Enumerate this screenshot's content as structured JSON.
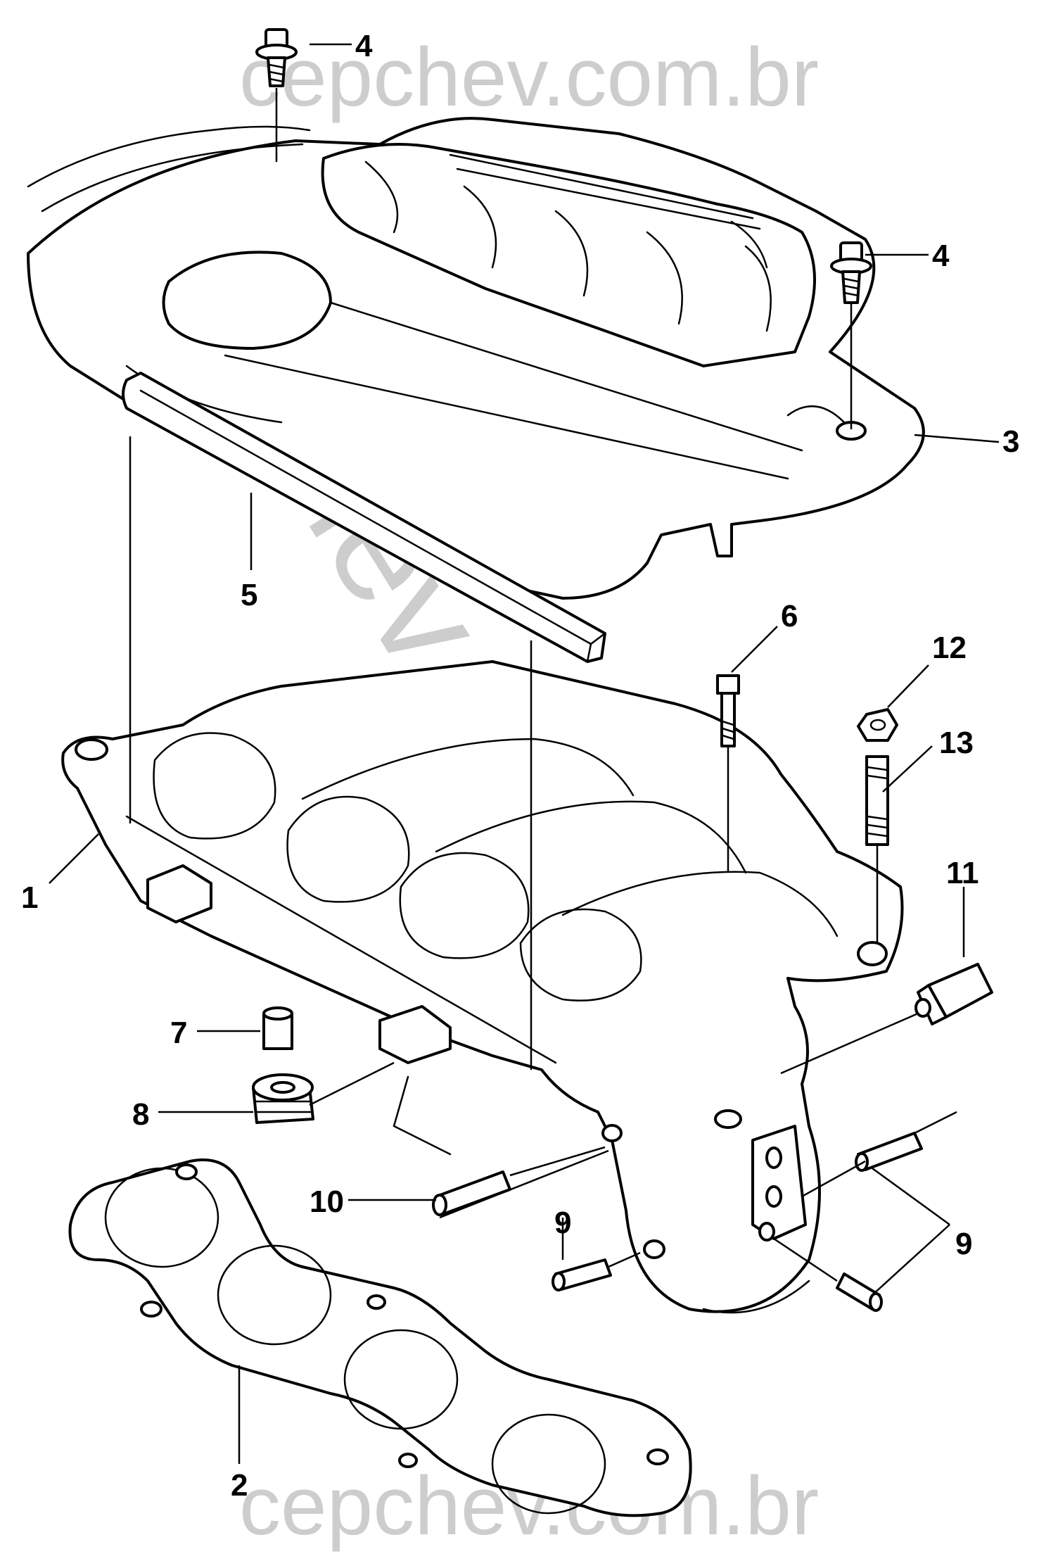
{
  "watermark": {
    "top": "cepchev.com.br",
    "diagonal": "cepchev.com.br",
    "bottom": "cepchev.com.br",
    "color": "#bdbdbd"
  },
  "callouts": {
    "c1": "1",
    "c2": "2",
    "c3": "3",
    "c4a": "4",
    "c4b": "4",
    "c5": "5",
    "c6": "6",
    "c7": "7",
    "c8": "8",
    "c9a": "9",
    "c9b": "9",
    "c10": "10",
    "c11": "11",
    "c12": "12",
    "c13": "13"
  }
}
